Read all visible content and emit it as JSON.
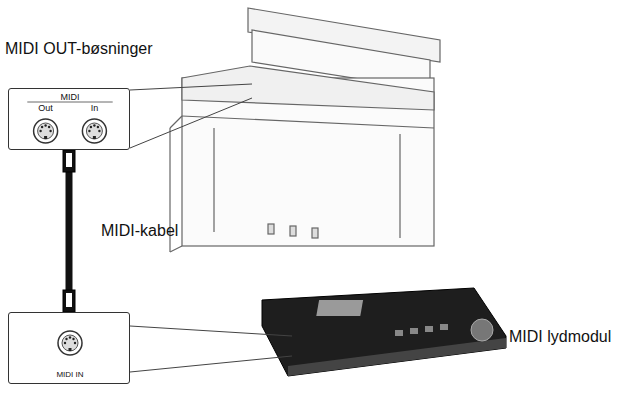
{
  "diagram": {
    "nodes": [
      {
        "text": [
          "MIDI",
          "Out",
          "In"
        ]
      },
      {
        "text": [
          "MIDI IN"
        ]
      }
    ],
    "edges": [
      {
        "from": 0,
        "to": 1,
        "arrow": "none",
        "label": "MIDI-kabel"
      }
    ],
    "labels": [
      "MIDI OUT-bøsninger",
      "MIDI lydmodul"
    ]
  }
}
